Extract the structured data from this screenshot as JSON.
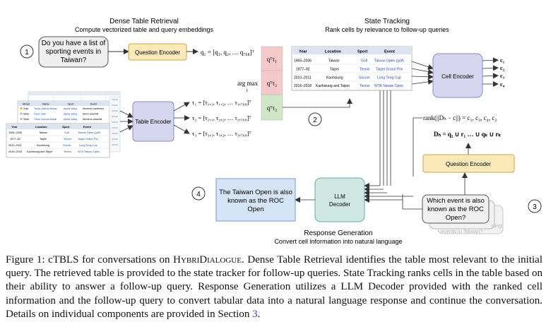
{
  "sections": {
    "retrieval": {
      "title": "Dense Table Retrieval",
      "subtitle": "Compute vectorized table and query embeddings"
    },
    "state": {
      "title": "State Tracking",
      "subtitle": "Rank cells by relevance to follow-up queries"
    },
    "response": {
      "title": "Response Generation",
      "subtitle": "Convert cell information into natural language"
    }
  },
  "step_numbers": [
    "1",
    "2",
    "3",
    "4"
  ],
  "query_bubble": [
    "Do you have a list of",
    "sporting events in",
    "Taiwan?"
  ],
  "followup_bubble": [
    "Which event is also",
    "known as the ROC",
    "Open?"
  ],
  "ghost_texts": [
    "events in Taiwan?",
    "rting"
  ],
  "response_box": [
    "The Taiwan Open is also",
    "known as the ROC",
    "Open"
  ],
  "blocks": {
    "question_encoder": "Question Encoder",
    "table_encoder": "Table Encoder",
    "cell_encoder": "Cell Encoder",
    "llm_decoder": [
      "LLM",
      "Decoder"
    ]
  },
  "math": {
    "q_embed": "q₁ = [q₁, q₂, … q₇₆₈]ᵀ",
    "tau1": "τ₁ = [τ₁,₁, τ₁,₂, … τ₁,₇₆₈]ᵀ",
    "tau2": "τ₂ = [τ₂,₁, τ₂,₂, … τ₂,₇₆₈]ᵀ",
    "tau3": "τ₃ = [τ₃,₁, τ₃,₂, … τ₃,₇₆₈]ᵀ",
    "argmax": "arg max",
    "argmax_sub": "t",
    "qt1": "qᵀτ₁",
    "qt2": "qᵀτ₂",
    "qt3": "qᵀτ₃",
    "rank": "rank(||Dₕ − c||) = c₁, c₃, c₄, c₂",
    "dh": "Dₕ = q₁ ∪ r₁ … ∪ qₖ ∪ rₖ",
    "c_outputs": [
      "c₁",
      "c₂",
      "c₃",
      "c₄"
    ]
  },
  "table": {
    "headers": [
      "Year",
      "Location",
      "Sport",
      "Event"
    ],
    "rows": [
      [
        "1965–2006",
        "Taiwan",
        "Golf",
        "Taiwan Open (golf)"
      ],
      [
        "1977–92",
        "Taipei",
        "Tennis",
        "Taipei Grand Prix"
      ],
      [
        "2010–2011",
        "Kaohsiung",
        "Soccer",
        "Long Teng Cup"
      ],
      [
        "2016–2018",
        "Kaohsiung and Taipei",
        "Tennis",
        "WTA Taiwan Open"
      ]
    ]
  },
  "mini_table_b": {
    "headers": [
      "Medal",
      "Name",
      "Sport",
      "Event"
    ],
    "rows": [
      [
        "Gold",
        "Tsuda Joshum-Beisar",
        "Alpine skiing",
        "Women's combined"
      ],
      [
        "Silver",
        "Franz Gabl",
        "Alpine skiing",
        "Men's downhill"
      ],
      [
        "Silver",
        "Trude Joshum-Beisar",
        "Alpine skiing",
        "Women's downhill"
      ]
    ]
  },
  "caption": {
    "label": "Figure 1:",
    "part1": "cTBLS for conversations on",
    "dataset": "HybriDialogue",
    "part2": ". Dense Table Retrieval identifies the table most relevant to the initial query. The retrieved table is provided to the state tracker for follow-up queries. State Tracking ranks cells in the table based on their ability to answer a follow-up query. Response Generation utilizes a LLM Decoder provided with the ranked cell information and the follow-up query to convert tabular data into a natural language response and continue the conversation. Details on individual components are provided in Section",
    "section_ref": "3",
    "end": "."
  }
}
